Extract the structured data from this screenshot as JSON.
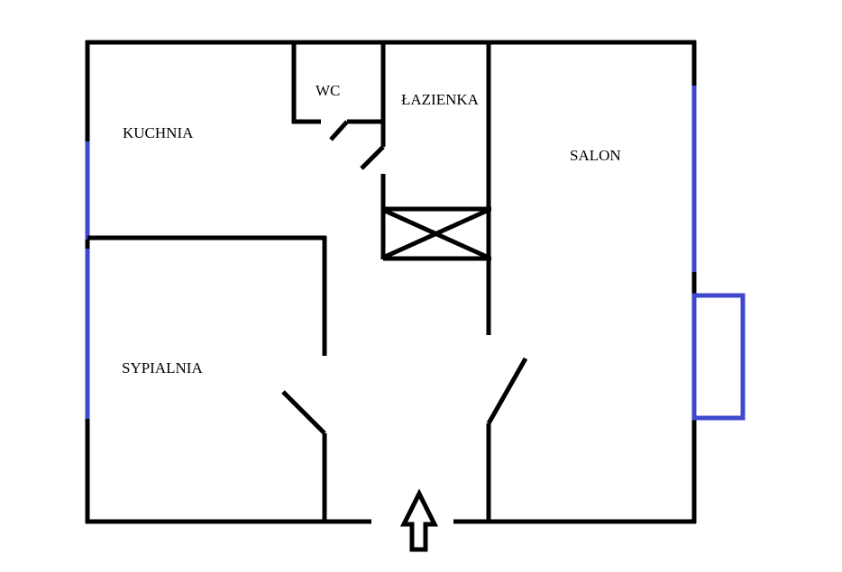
{
  "rooms": {
    "kitchen": "KUCHNIA",
    "wc": "WC",
    "bathroom": "ŁAZIENKA",
    "living_room": "SALON",
    "bedroom": "SYPIALNIA"
  },
  "colors": {
    "wall": "#000000",
    "window": "#3f48cc",
    "background": "#ffffff"
  },
  "icons": {
    "entrance": "entrance-arrow-icon",
    "shaft": "ventilation-shaft-icon"
  }
}
